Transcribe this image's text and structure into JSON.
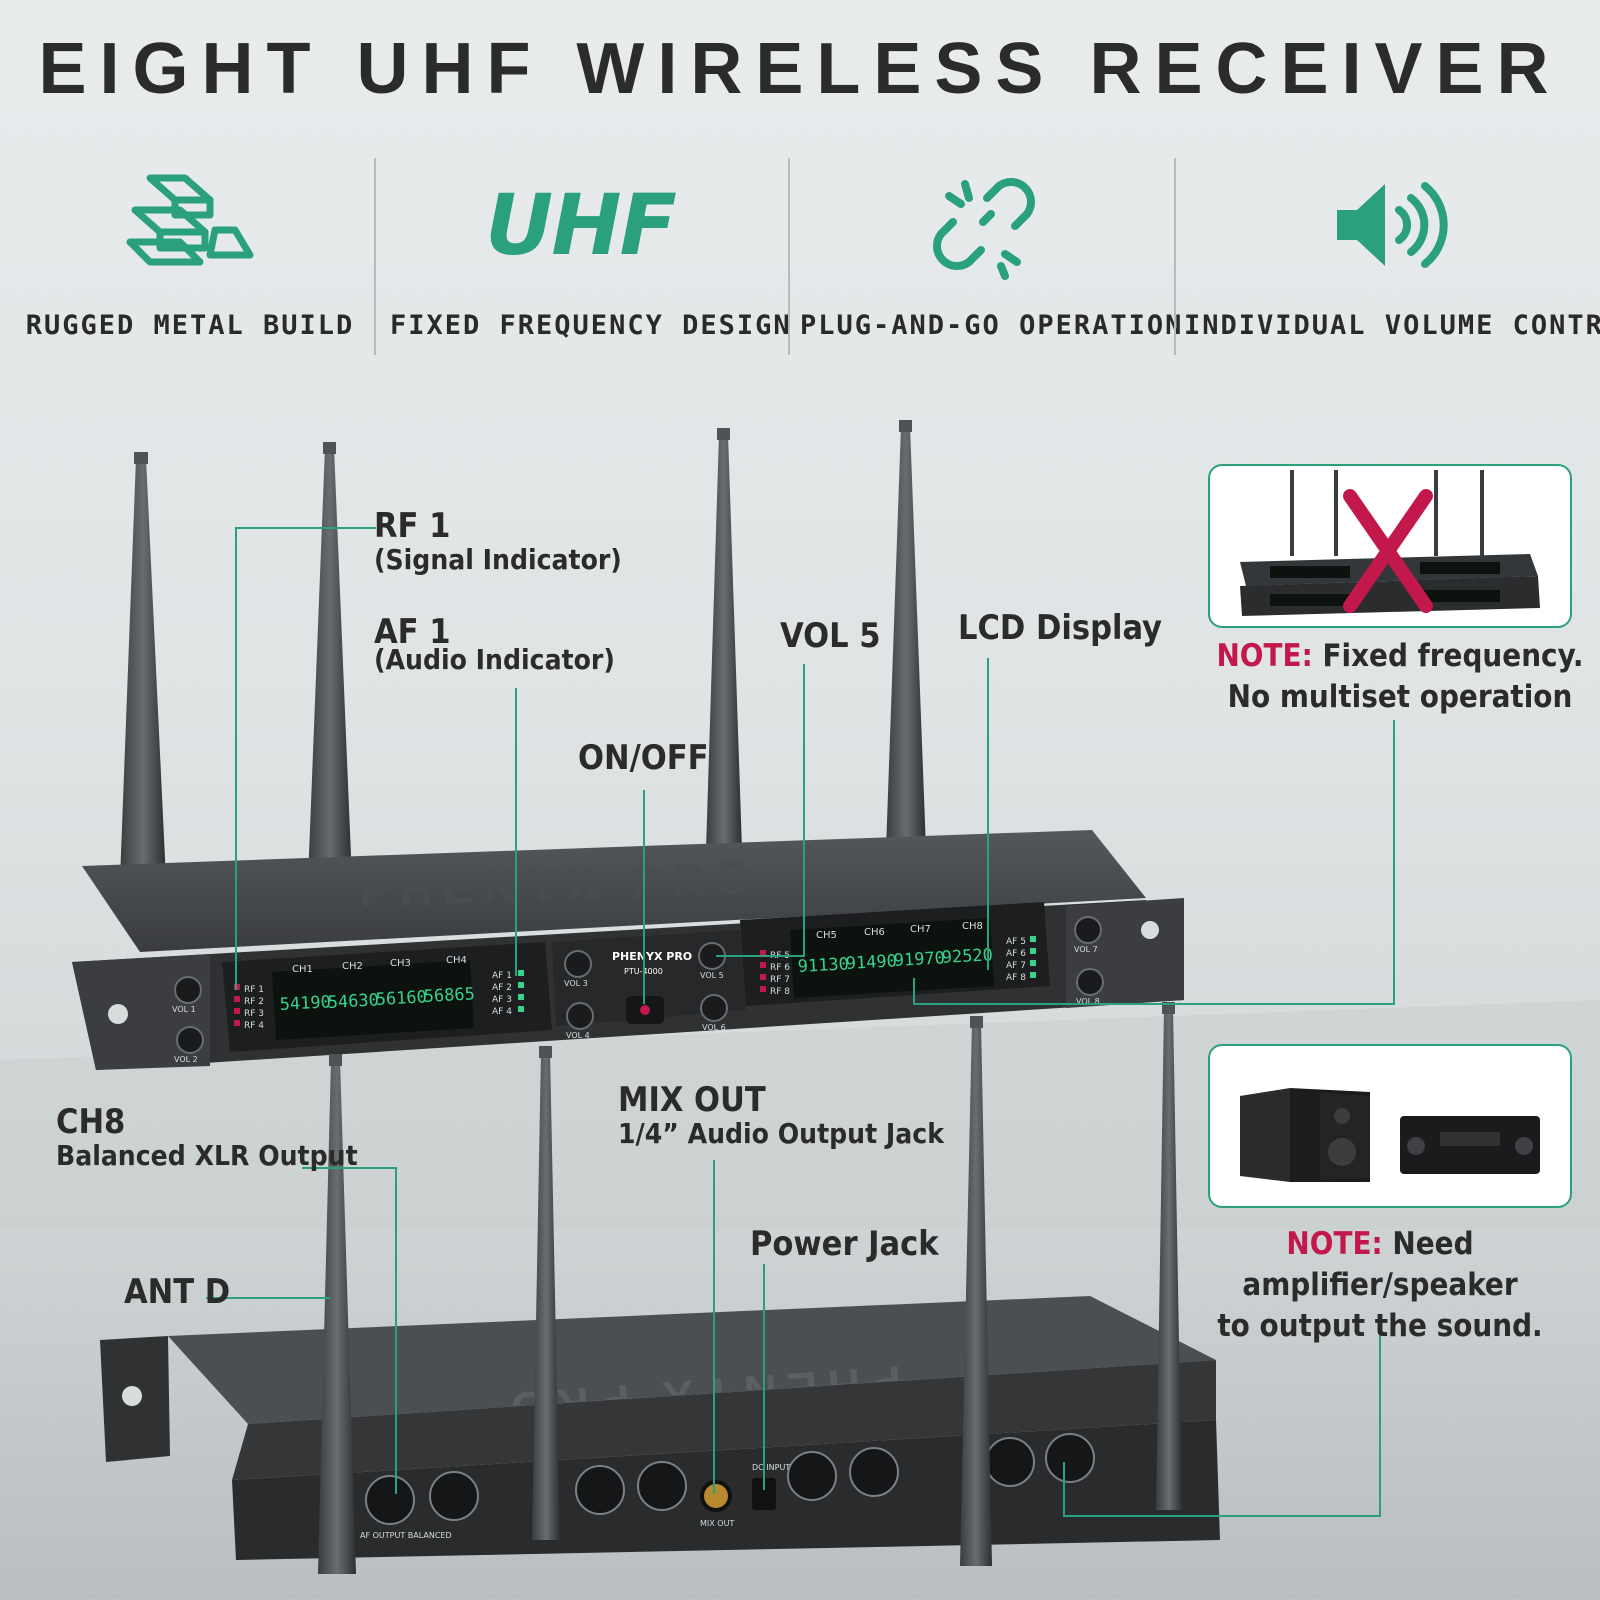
{
  "page_title": "EIGHT UHF WIRELESS RECEIVER",
  "colors": {
    "accent": "#2aa07f",
    "note": "#c2184b",
    "text": "#262626"
  },
  "features": [
    {
      "icon": "metal-bars-icon",
      "label": "RUGGED METAL BUILD"
    },
    {
      "icon": "uhf-text-icon",
      "icon_text": "UHF",
      "label": "FIXED FREQUENCY DESIGN"
    },
    {
      "icon": "broken-link-icon",
      "label": "PLUG-AND-GO OPERATION"
    },
    {
      "icon": "speaker-volume-icon",
      "label": "INDIVIDUAL VOLUME CONTROL"
    }
  ],
  "callouts": {
    "rf1": {
      "title": "RF 1",
      "sub": "(Signal Indicator)"
    },
    "af1": {
      "title": "AF 1",
      "sub": "(Audio Indicator)"
    },
    "vol5": {
      "title": "VOL 5"
    },
    "lcd": {
      "title": "LCD Display"
    },
    "onoff": {
      "title": "ON/OFF"
    },
    "ch8": {
      "title": "CH8",
      "sub": "Balanced XLR Output"
    },
    "antd": {
      "title": "ANT D"
    },
    "mixout": {
      "title": "MIX OUT",
      "sub": "1/4” Audio Output Jack"
    },
    "power": {
      "title": "Power Jack"
    }
  },
  "notes": {
    "note1": {
      "keyword": "NOTE:",
      "line1": "Fixed frequency.",
      "line2": "No multiset operation"
    },
    "note2": {
      "keyword": "NOTE:",
      "line1": "Need amplifier/speaker",
      "line2": "to output the sound."
    }
  },
  "device": {
    "brand": "PHENYX PRO",
    "model": "PTU-4000",
    "left_channels": [
      "CH1",
      "CH2",
      "CH3",
      "CH4"
    ],
    "right_channels": [
      "CH5",
      "CH6",
      "CH7",
      "CH8"
    ],
    "left_freqs": [
      "54190",
      "54630",
      "56160",
      "56865"
    ],
    "right_freqs": [
      "91130",
      "91490",
      "91970",
      "92520"
    ],
    "rf_left": [
      "RF 1",
      "RF 2",
      "RF 3",
      "RF 4"
    ],
    "rf_right": [
      "RF 5",
      "RF 6",
      "RF 7",
      "RF 8"
    ],
    "af_left": [
      "AF 1",
      "AF 2",
      "AF 3",
      "AF 4"
    ],
    "af_right": [
      "AF 5",
      "AF 6",
      "AF 7",
      "AF 8"
    ],
    "vol_labels": [
      "VOL 1",
      "VOL 2",
      "VOL 3",
      "VOL 4",
      "VOL 5",
      "VOL 6",
      "VOL 7",
      "VOL 8"
    ],
    "rear_mix_out": "MIX OUT",
    "rear_dc": "DC INPUT",
    "rear_xlr": "AF OUTPUT BALANCED"
  }
}
